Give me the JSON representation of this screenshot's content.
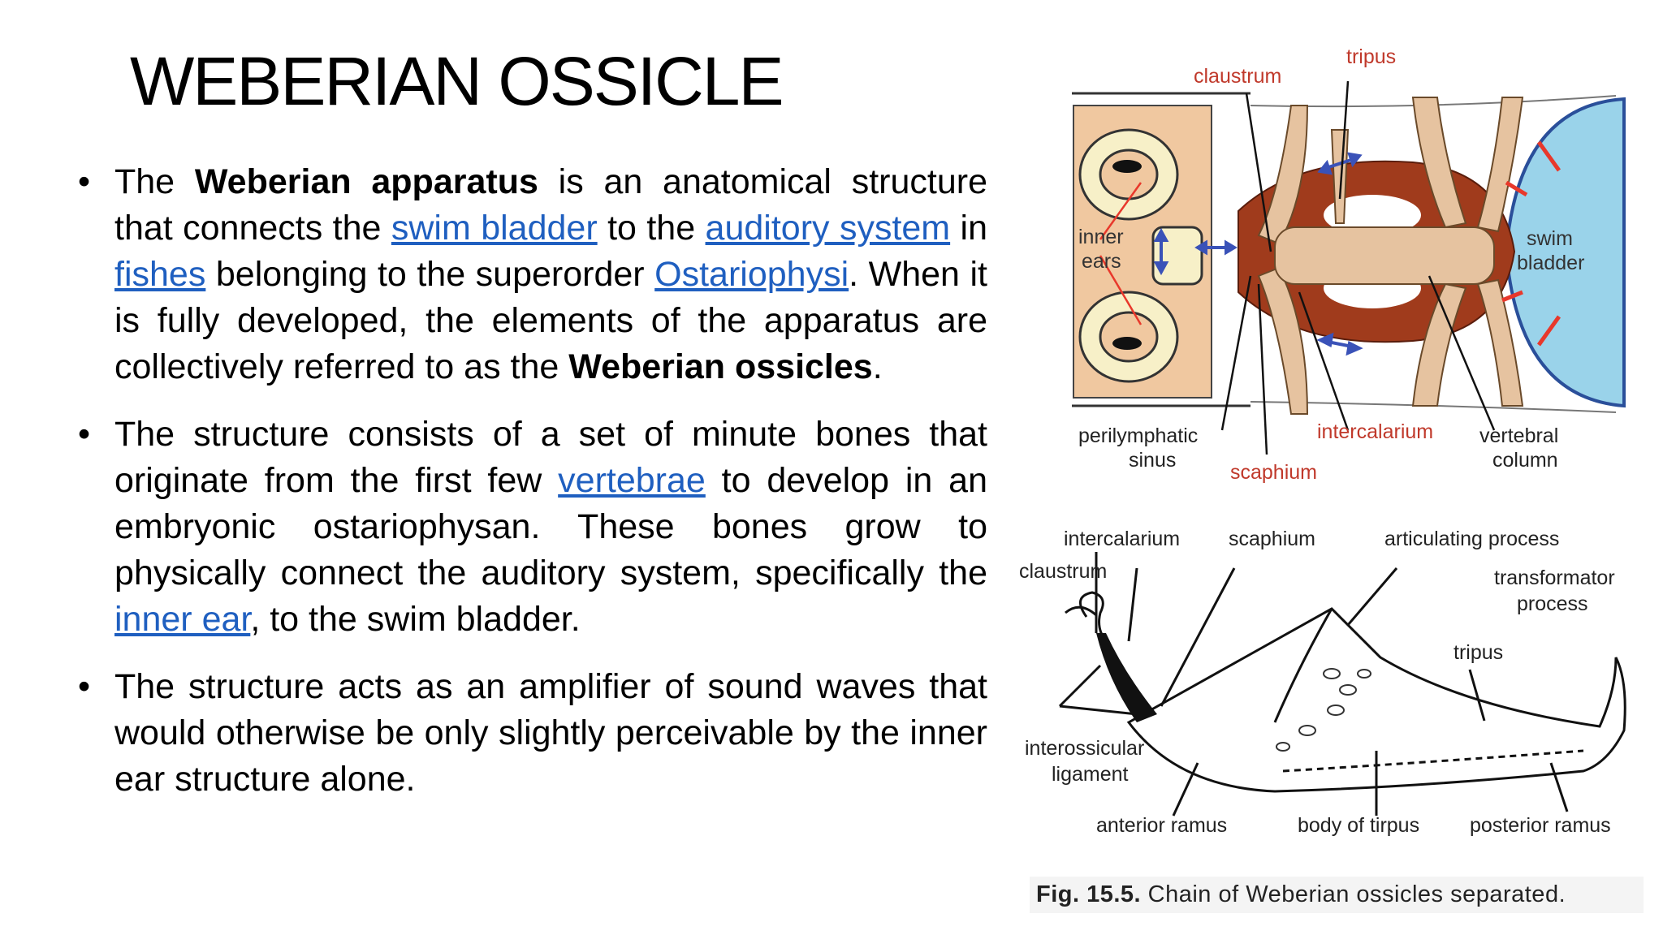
{
  "title": "WEBERIAN OSSICLE",
  "bullets": [
    {
      "t1": "The ",
      "b1": "Weberian apparatus",
      "t2": " is an anatomical structure that connects the ",
      "l1": "swim bladder",
      "t3": " to the ",
      "l2": "auditory system",
      "t4": " in ",
      "l3": "fishes",
      "t5": " belonging to the superorder ",
      "l4": "Ostariophysi",
      "t6": ". When it is fully developed, the elements of the apparatus are collectively referred to as the ",
      "b2": "Weberian ossicles",
      "t7": "."
    },
    {
      "t1": "The structure consists of a set of minute bones that originate from the first few ",
      "l1": "vertebrae",
      "t2": " to develop in an embryonic ostariophysan. These bones grow to physically connect the auditory system, specifically the ",
      "l2": "inner ear",
      "t3": ", to the swim bladder."
    },
    {
      "t1": "The structure acts as an amplifier of sound waves that would otherwise be only slightly perceivable by the inner ear structure alone."
    }
  ],
  "figure_top": {
    "labels": {
      "claustrum": "claustrum",
      "tripus": "tripus",
      "inner_ears": [
        "inner",
        "ears"
      ],
      "swim_bladder": [
        "swim",
        "bladder"
      ],
      "perilymphatic_sinus": [
        "perilymphatic",
        "sinus"
      ],
      "intercalarium": "intercalarium",
      "scaphium": "scaphium",
      "vertebral_column": [
        "vertebral",
        "column"
      ]
    },
    "colors": {
      "bone": "#e9c9a6",
      "muscle": "#a03b1c",
      "bladder": "#8fd0ea",
      "arrow_blue": "#3a52b8",
      "arrow_red": "#e8382b",
      "label_red": "#c0392b"
    }
  },
  "figure_bottom": {
    "labels": {
      "intercalarium": "intercalarium",
      "scaphium": "scaphium",
      "articulating_process": "articulating process",
      "claustrum": "claustrum",
      "transformator_process": [
        "transformator",
        "process"
      ],
      "tripus": "tripus",
      "interossicular_ligament": [
        "interossicular",
        "ligament"
      ],
      "anterior_ramus": "anterior ramus",
      "body_of_tirpus": "body of tirpus",
      "posterior_ramus": "posterior ramus"
    }
  },
  "caption": {
    "fig_no": "Fig. 15.5.",
    "text": " Chain of Weberian ossicles separated."
  }
}
